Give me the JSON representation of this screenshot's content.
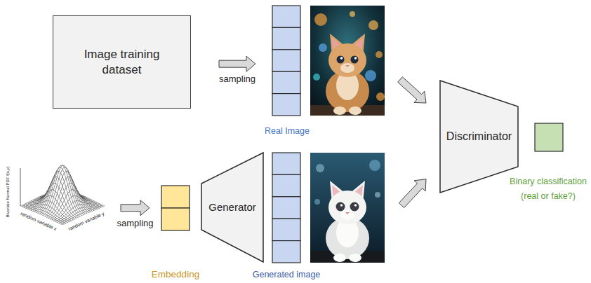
{
  "diagram": {
    "nodes": [
      {
        "text": [
          "Image training dataset"
        ]
      },
      {
        "text": [
          "Real Image"
        ]
      },
      {
        "text": [
          "Bivariate Normal PDF f(x,y)",
          "random variable x",
          "random variable y"
        ]
      },
      {
        "text": [
          "Embedding"
        ]
      },
      {
        "text": [
          "Generator"
        ]
      },
      {
        "text": [
          "Generated image"
        ]
      },
      {
        "text": [
          "Discriminator"
        ]
      },
      {
        "text": [
          "Binary classification (real or fake?)"
        ]
      }
    ],
    "edges": [
      {
        "from": 0,
        "to": 1,
        "label": "sampling",
        "arrow": "to"
      },
      {
        "from": 1,
        "to": 6,
        "arrow": "to"
      },
      {
        "from": 2,
        "to": 3,
        "label": "sampling",
        "arrow": "to"
      },
      {
        "from": 5,
        "to": 6,
        "arrow": "to"
      }
    ]
  }
}
